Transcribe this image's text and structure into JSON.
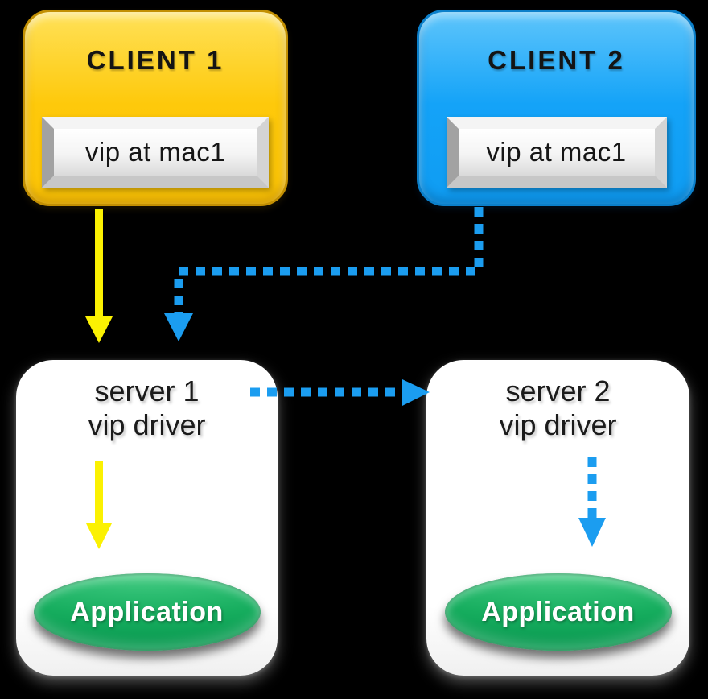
{
  "colors": {
    "bg": "#000000",
    "client1_fill": "#FEC90B",
    "client1_fill_light": "#FFE158",
    "client1_border": "#C28F03",
    "client2_fill": "#14A3F8",
    "client2_fill_light": "#5EC5FB",
    "client2_border": "#0B7FCA",
    "arrow_yellow": "#FBF102",
    "arrow_blue": "#1B9DF0",
    "app_green": "#16AD5E",
    "app_green_light": "#5FD893",
    "app_green_dark": "#0B9B52",
    "chip_face": "#F2F2F2",
    "text_dark": "#141414",
    "text_light": "#FFFFFF"
  },
  "nodes": {
    "client1": {
      "title": "CLIENT 1",
      "chip": "vip at mac1"
    },
    "client2": {
      "title": "CLIENT 2",
      "chip": "vip at mac1"
    },
    "server1": {
      "name": "server 1",
      "role": "vip driver",
      "app": "Application"
    },
    "server2": {
      "name": "server 2",
      "role": "vip driver",
      "app": "Application"
    }
  },
  "edges": [
    {
      "id": "client1-to-server1",
      "from": "client1",
      "to": "server1",
      "style": "solid",
      "color": "#FBF102"
    },
    {
      "id": "client2-to-server1",
      "from": "client2",
      "to": "server1",
      "style": "dotted",
      "color": "#1B9DF0"
    },
    {
      "id": "server1-to-server2",
      "from": "server1",
      "to": "server2",
      "style": "dotted",
      "color": "#1B9DF0"
    },
    {
      "id": "server1-to-application",
      "from": "server1",
      "to": "server1.app",
      "style": "solid",
      "color": "#FBF102"
    },
    {
      "id": "server2-to-application",
      "from": "server2",
      "to": "server2.app",
      "style": "dotted",
      "color": "#1B9DF0"
    }
  ]
}
